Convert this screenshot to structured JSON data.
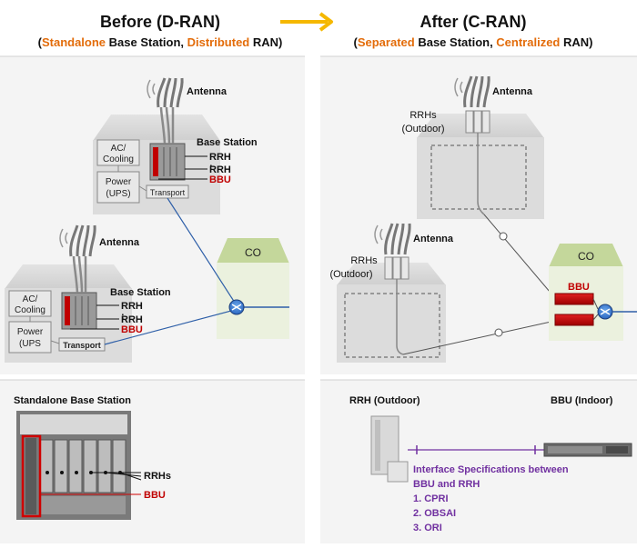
{
  "before": {
    "title": "Before (D-RAN)",
    "sub_open": "(",
    "sub_w1": "Standalone",
    "sub_m1": " Base Station, ",
    "sub_w2": "Distributed",
    "sub_m2": " RAN)"
  },
  "after": {
    "title": "After (C-RAN)",
    "sub_open": "(",
    "sub_w1": "Separated",
    "sub_m1": " Base Station, ",
    "sub_w2": "Centralized",
    "sub_m2": " RAN)"
  },
  "labels": {
    "antenna": "Antenna",
    "base_station": "Base Station",
    "ac": "AC/",
    "cooling": "Cooling",
    "power": "Power",
    "ups1": "(UPS)",
    "ups2": "(UPS",
    "transport": "Transport",
    "rrh": "RRH",
    "colon": ":",
    "bbu": "BBU",
    "co": "CO",
    "rrhs": "RRHs",
    "outdoor": "(Outdoor)"
  },
  "bottom_left": {
    "title": "Standalone Base Station",
    "rrhs": "RRHs",
    "bbu": "BBU"
  },
  "bottom_right": {
    "rrh_outdoor": "RRH (Outdoor)",
    "bbu_indoor": "BBU (Indoor)",
    "iface_line1": "Interface Specifications between",
    "iface_line2": "BBU and RRH",
    "items": [
      "1. CPRI",
      "2. OBSAI",
      "3. ORI"
    ]
  },
  "colors": {
    "orange": "#e36c0a",
    "red": "#c00000",
    "purple": "#7030a0",
    "blue": "#2e5fa8",
    "arrow": "#f5b800",
    "co_fill": "#ebf1de",
    "co_roof": "#c4d79b"
  }
}
